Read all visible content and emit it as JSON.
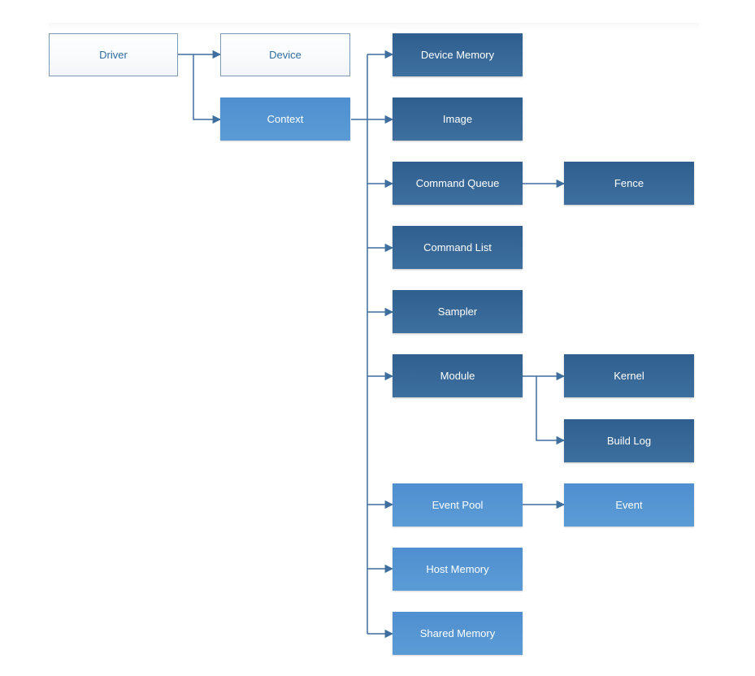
{
  "nodes": {
    "driver": "Driver",
    "device": "Device",
    "context": "Context",
    "device_memory": "Device Memory",
    "image": "Image",
    "command_queue": "Command Queue",
    "fence": "Fence",
    "command_list": "Command List",
    "sampler": "Sampler",
    "module": "Module",
    "kernel": "Kernel",
    "build_log": "Build Log",
    "event_pool": "Event Pool",
    "event": "Event",
    "host_memory": "Host Memory",
    "shared_memory": "Shared Memory"
  },
  "colors": {
    "line": "#3f6f9f",
    "dark_node": "#2f5f8f",
    "light_node": "#5b9bd5",
    "white_node_border": "#7c9ab7",
    "white_node_text": "#2e6da4"
  }
}
